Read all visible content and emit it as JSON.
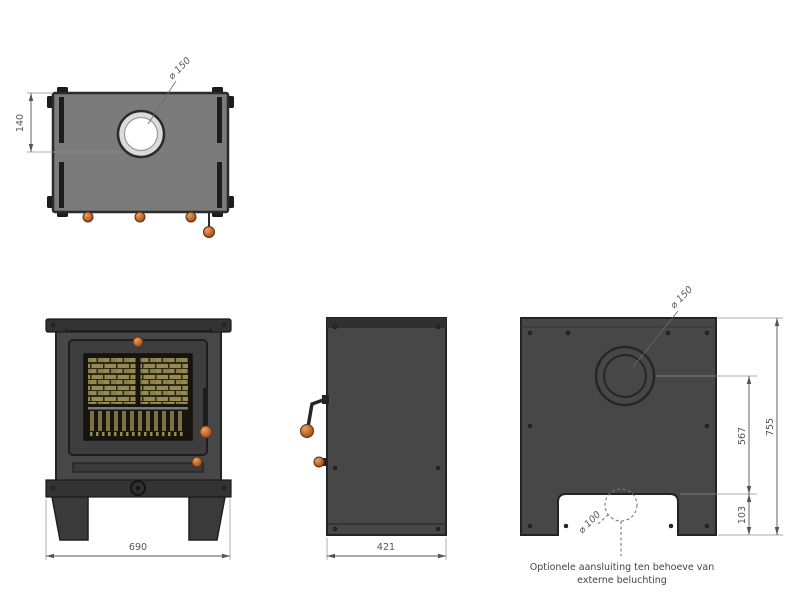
{
  "colors": {
    "body_gray": "#474747",
    "top_plate_gray": "#7b7b7b",
    "copper_accent": "#c06b2e",
    "dimension_gray": "#555555"
  },
  "views": {
    "top": {
      "flue_label": "⌀ 150",
      "depth_to_flue": "140"
    },
    "front": {
      "width": "690"
    },
    "side": {
      "depth": "421"
    },
    "back": {
      "flue_label": "⌀ 150",
      "total_height": "755",
      "flue_center_height": "567",
      "leg_height": "103",
      "vent_label": "⌀ 100",
      "note_line1": "Optionele aansluiting ten behoeve van",
      "note_line2": "externe beluchting"
    }
  }
}
